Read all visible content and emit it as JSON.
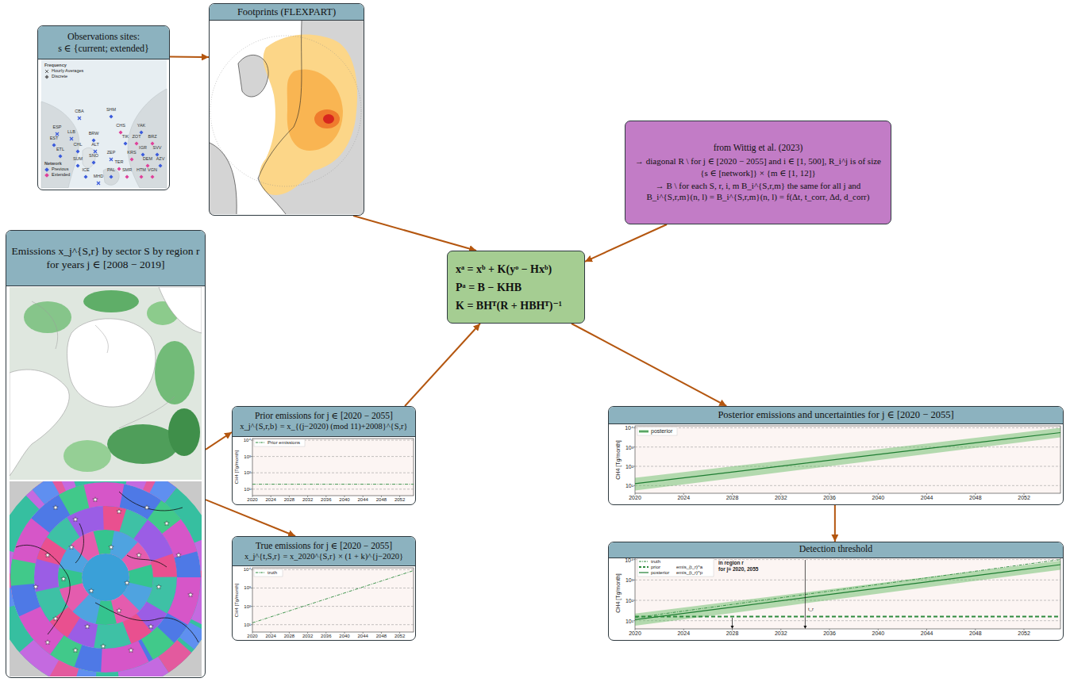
{
  "diagram": {
    "nodes": [
      {
        "text": [
          "Observations sites:",
          "s ∈ {current; extended}"
        ]
      },
      {
        "text": [
          "Footprints (FLEXPART)"
        ]
      },
      {
        "text": [
          "from Wittig et al. (2023)",
          "→ diagonal R \\ for j ∈ [2020 − 2055] and i ∈ [1, 500], R_i^j is of size {s ∈ [network]} × {m ∈ [1, 12]}",
          "→ B \\ for each S, r, i, m B_i^{S,r,m} the same for all j and B_i^{S,r,m}(n, l) = B_i^{S,r,m}(n, l) = f(Δt, t_corr, Δd, d_corr)"
        ]
      },
      {
        "text": [
          "Emissions x_j^{S,r} by sector S by region r for years j ∈ [2008 − 2019]"
        ]
      },
      {
        "text": [
          "xᵃ = xᵇ + K(yᵒ − Hxᵇ)",
          "Pᵃ = B − KHB",
          "K = BHᵀ(R + HBHᵀ)⁻¹"
        ]
      },
      {
        "text": [
          "Prior emissions for j ∈ [2020 − 2055]",
          "x_j^{S,r,b} = x_{(j−2020) (mod 11)+2008}^{S,r}"
        ]
      },
      {
        "text": [
          "Posterior emissions and uncertainties for j ∈ [2020 − 2055]"
        ]
      },
      {
        "text": [
          "True emissions for j ∈ [2020 − 2055]",
          "x_j^{t,S,r} = x_2020^{S,r} × (1 + k)^{j−2020}"
        ]
      },
      {
        "text": [
          "Detection threshold"
        ]
      }
    ],
    "edges": [
      {
        "from": 0,
        "to": 1,
        "arrow": "to"
      },
      {
        "from": 1,
        "to": 4,
        "arrow": "to"
      },
      {
        "from": 2,
        "to": 4,
        "arrow": "to"
      },
      {
        "from": 3,
        "to": 5,
        "arrow": "to"
      },
      {
        "from": 3,
        "to": 7,
        "arrow": "to"
      },
      {
        "from": 5,
        "to": 4,
        "arrow": "to"
      },
      {
        "from": 4,
        "to": 6,
        "arrow": "to"
      },
      {
        "from": 6,
        "to": 8,
        "arrow": "to"
      }
    ],
    "labels": [
      "Frequency",
      "Network",
      "CBA",
      "SHM",
      "ESP",
      "LLB",
      "EST",
      "BRW",
      "CHS",
      "YAK",
      "TIK",
      "ZOT",
      "BRZ",
      "ETL",
      "CHL",
      "ALT",
      "ZEP",
      "KRS",
      "IGR",
      "SVV",
      "SNO",
      "SUM",
      "DEM",
      "AZV",
      "TER",
      "ICE",
      "PAL",
      "SMR",
      "HTM",
      "VGN",
      "MHD",
      "CH4 [Tg/month]",
      "10⁴",
      "10³",
      "10²",
      "10¹",
      "2020",
      "2024",
      "2028",
      "2032",
      "2036",
      "2040",
      "2044",
      "2048",
      "2052",
      "CH4 [Tg/month]",
      "10⁴",
      "10³",
      "10²",
      "10¹",
      "2020",
      "2024",
      "2028",
      "2032",
      "2036",
      "2040",
      "2044",
      "2048",
      "2052",
      "CH4 [Tg/month]",
      "10⁴",
      "10³",
      "10²",
      "10¹",
      "2020",
      "2024",
      "2028",
      "2032",
      "2036",
      "2040",
      "2044",
      "2048",
      "2052",
      "CH4 [Tg/month]",
      "10⁴",
      "10³",
      "10²",
      "10¹",
      "2020",
      "2024",
      "2028",
      "2032",
      "2036",
      "2040",
      "2044",
      "2048",
      "2052",
      "emis_{t_r}^a",
      "emis_{t_r}^p",
      "in region r",
      "for j= 2020, 2055",
      "t_r"
    ],
    "legend": [
      {
        "text": "Hourly Averages"
      },
      {
        "text": "Discrete"
      },
      {
        "text": "Previous",
        "color": "#3b5bdb"
      },
      {
        "text": "Extended",
        "color": "#e0409a"
      },
      {
        "text": "Prior emissions"
      },
      {
        "text": "truth"
      },
      {
        "text": "posterior"
      },
      {
        "text": "truth"
      },
      {
        "text": "prior"
      },
      {
        "text": "posterior"
      }
    ]
  }
}
